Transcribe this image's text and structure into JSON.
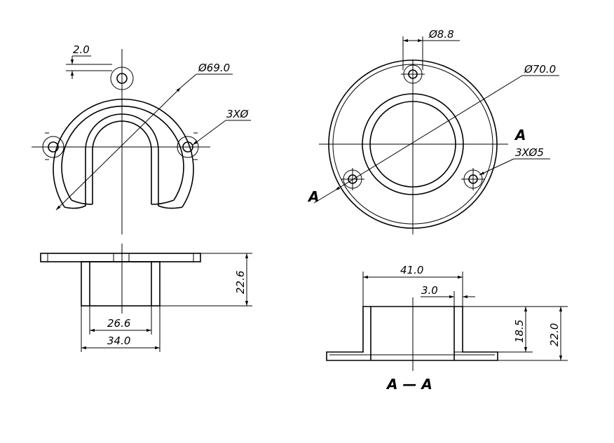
{
  "left_view": {
    "dim_wall": "2.0",
    "dim_outer_dia": "Ø69.0",
    "dim_holes": "3XØ",
    "dim_height": "22.6",
    "dim_inner_width": "26.6",
    "dim_outer_width": "34.0"
  },
  "right_view": {
    "dim_hole_dia": "Ø8.8",
    "dim_outer_dia": "Ø70.0",
    "section_mark_right": "A",
    "section_mark_left": "A",
    "dim_holes": "3XØ5",
    "dim_inner_width": "41.0",
    "dim_wall": "3.0",
    "dim_inner_height": "18.5",
    "dim_total_height": "22.0",
    "section_label": "A — A"
  }
}
